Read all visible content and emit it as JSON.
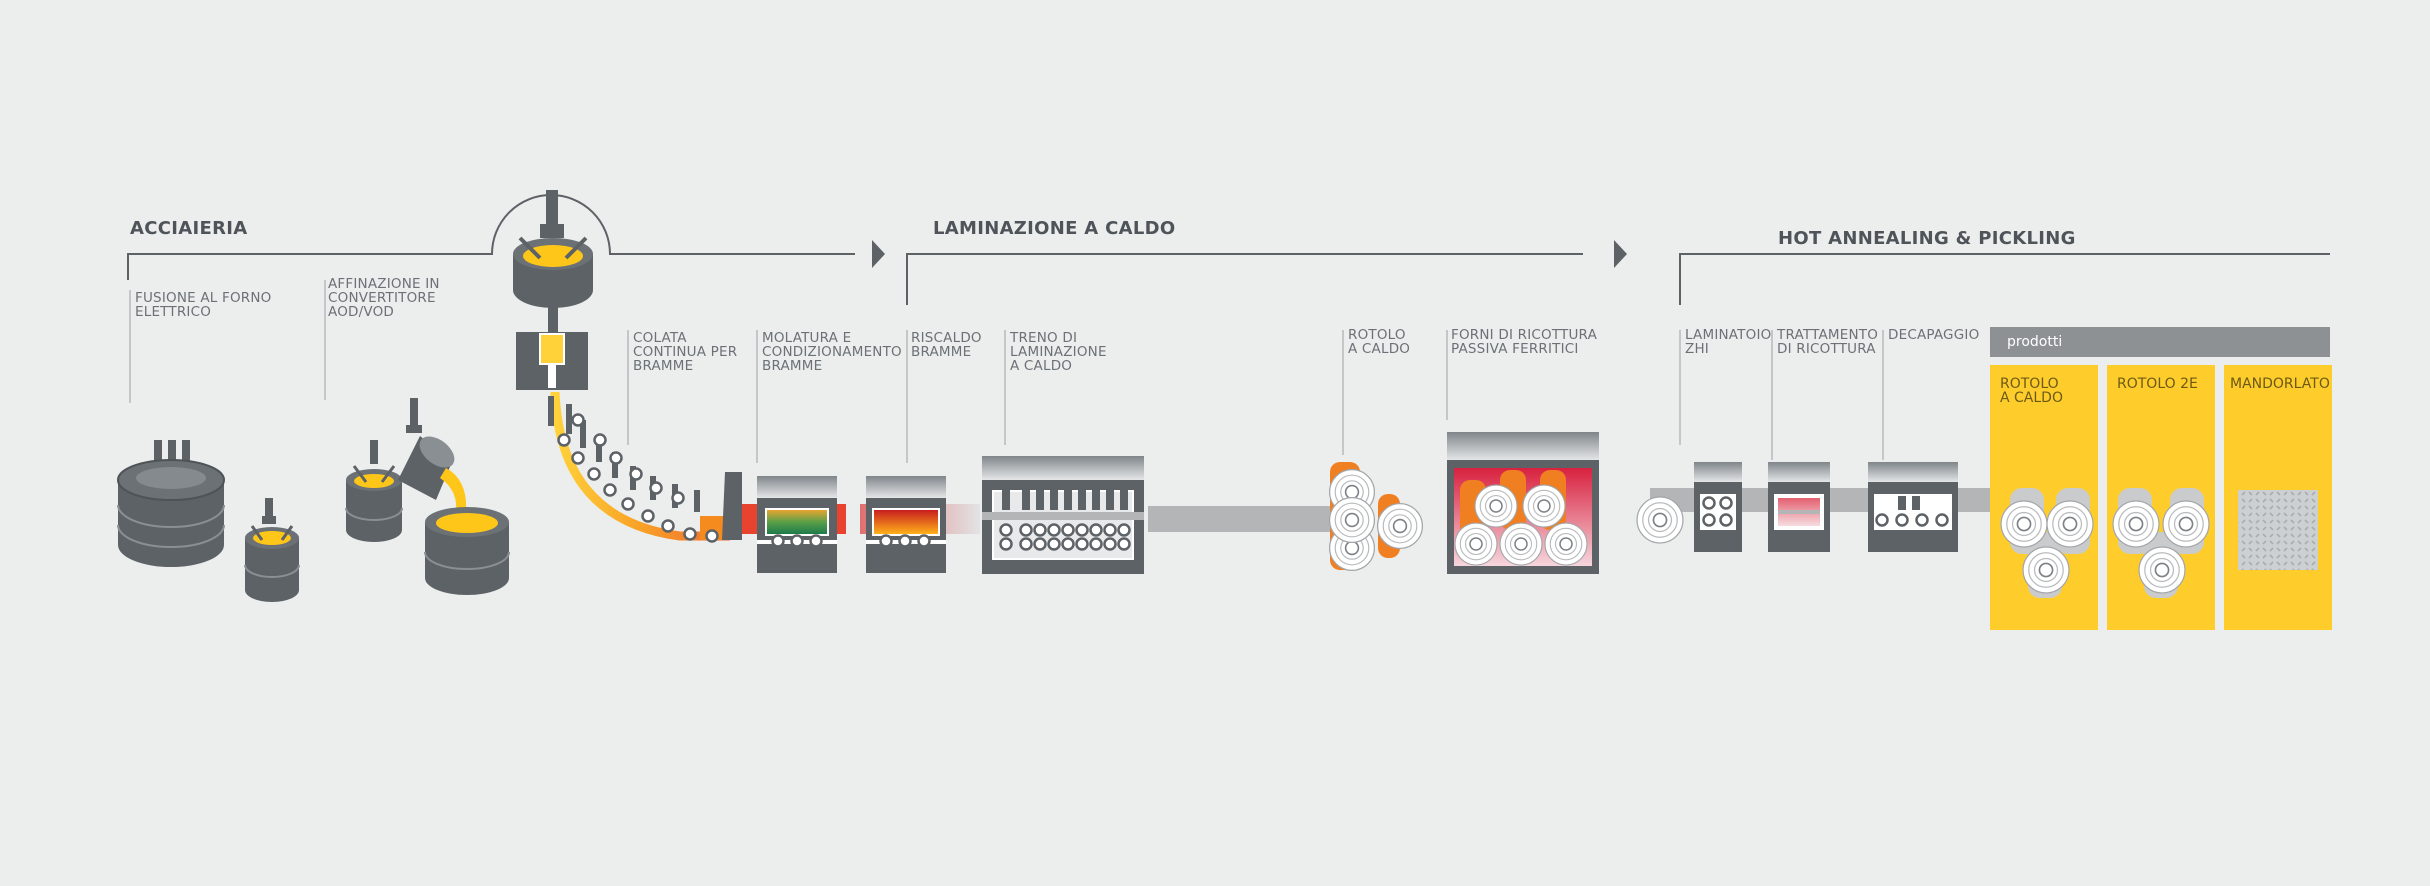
{
  "sections": {
    "acciaieria": "ACCIAIERIA",
    "laminazione": "LAMINAZIONE A CALDO",
    "annealing": "HOT ANNEALING & PICKLING"
  },
  "steps": {
    "fusione": "FUSIONE AL FORNO\nELETTRICO",
    "affinazione": "AFFINAZIONE IN\nCONVERTITORE\nAOD/VOD",
    "colata": "COLATA\nCONTINUA PER\nBRAMME",
    "molatura": "MOLATURA E\nCONDIZIONAMENTO\nBRAMME",
    "riscaldo": "RISCALDO\nBRAMME",
    "treno": "TRENO DI\nLAMINAZIONE\nA CALDO",
    "rotolo": "ROTOLO\nA CALDO",
    "forni": "FORNI DI RICOTTURA\nPASSIVA FERRITICI",
    "laminatoio": "LAMINATOIO\nZHI",
    "trattamento": "TRATTAMENTO\nDI RICOTTURA",
    "decapaggio": "DECAPAGGIO"
  },
  "products": {
    "header": "prodotti",
    "items": [
      "ROTOLO\nA CALDO",
      "ROTOLO 2E",
      "MANDORLATO"
    ]
  },
  "colors": {
    "background": "#eceeed",
    "machine": "#5d6266",
    "strip": "#b3b5b6",
    "molten": "#ffc61a",
    "hot": "#e8432e",
    "product_panel": "#ffcd2b"
  }
}
